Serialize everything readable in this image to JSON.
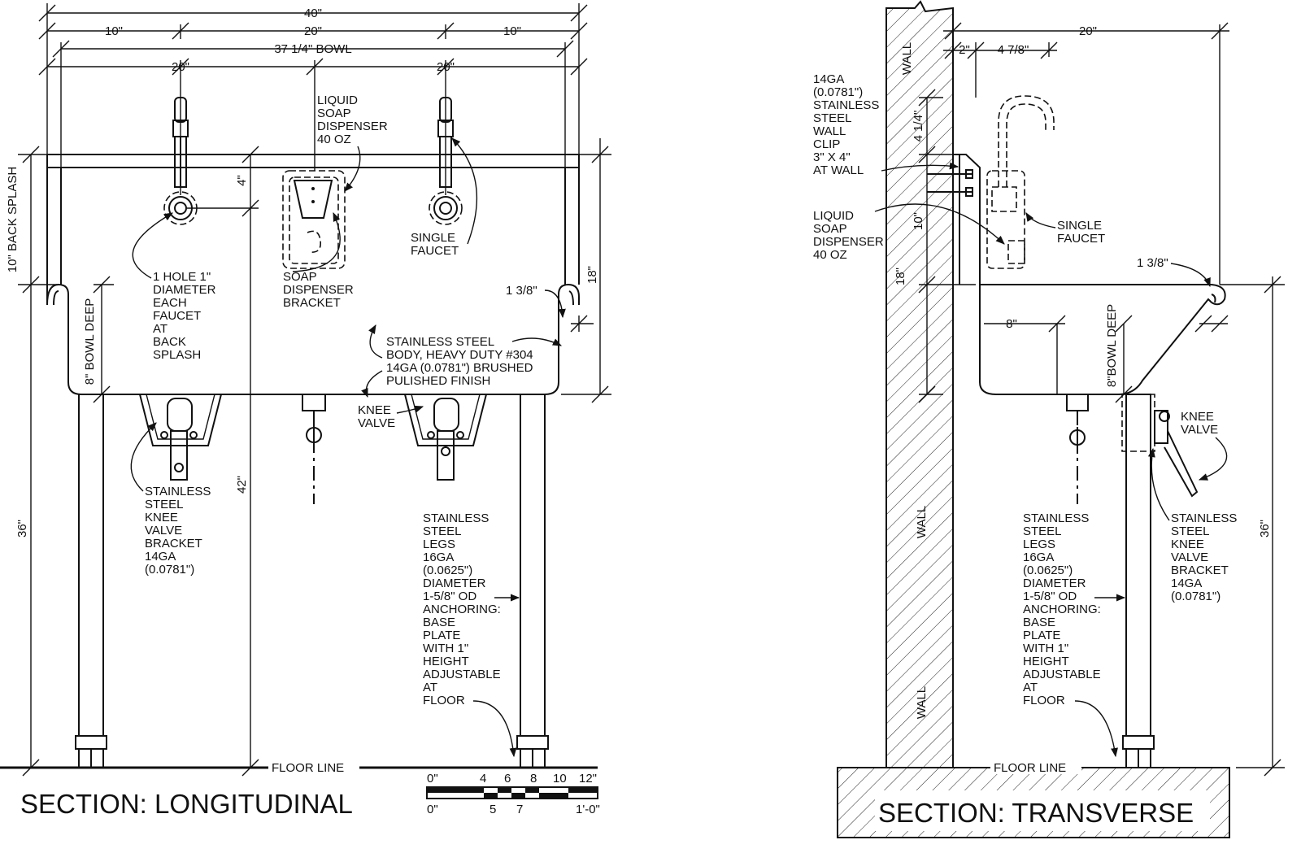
{
  "longitudinal": {
    "title": "SECTION: LONGITUDINAL",
    "dims": {
      "overall": "40\"",
      "middle": "20\"",
      "left_side": "10\"",
      "right_side": "10\"",
      "bowl": "37 1/4\" BOWL",
      "left_spacing": "20\"",
      "right_spacing": "20\"",
      "rim_to_hole": "4\"",
      "back_splash": "10\" BACK SPLASH",
      "bowl_deep": "8\" BOWL DEEP",
      "rim_radius": "1 3/8\"",
      "overall_height": "18\"",
      "floor_to_rim": "36\"",
      "floor_to_top": "42\""
    },
    "notes": {
      "soap": [
        "LIQUID",
        "SOAP",
        "DISPENSER",
        "40 OZ"
      ],
      "faucet": [
        "SINGLE",
        "FAUCET"
      ],
      "hole": [
        "1 HOLE 1\"",
        "DIAMETER",
        "EACH",
        "FAUCET",
        "AT",
        "BACK",
        "SPLASH"
      ],
      "bracket": [
        "SOAP",
        "DISPENSER",
        "BRACKET"
      ],
      "body": [
        "STAINLESS STEEL",
        "BODY, HEAVY DUTY #304",
        "14GA (0.0781\") BRUSHED",
        "PULISHED FINISH"
      ],
      "knee_valve": [
        "KNEE",
        "VALVE"
      ],
      "knee_bracket": [
        "STAINLESS",
        "STEEL",
        "KNEE",
        "VALVE",
        "BRACKET",
        "14GA",
        "(0.0781\")"
      ],
      "legs": [
        "STAINLESS",
        "STEEL",
        "LEGS",
        "16GA",
        "(0.0625\")",
        "DIAMETER",
        "1-5/8\" OD",
        "ANCHORING:",
        "BASE",
        "PLATE",
        "WITH 1\"",
        "HEIGHT",
        "ADJUSTABLE",
        "AT",
        "FLOOR"
      ],
      "floor_line": "FLOOR LINE"
    },
    "scale": {
      "top": [
        "0\"",
        "4",
        "6",
        "8",
        "10",
        "12\""
      ],
      "bottom": [
        "0\"",
        "5",
        "7",
        "1'-0\""
      ]
    }
  },
  "transverse": {
    "title": "SECTION: TRANSVERSE",
    "dims": {
      "depth": "20\"",
      "wall_gap": "2\"",
      "clip_offset": "4 7/8\"",
      "clip_height": "4 1/4\"",
      "splash": "10\"",
      "height": "18\"",
      "rim_radius": "1 3/8\"",
      "bowl_width": "8\"",
      "bowl_deep": "8\"BOWL DEEP",
      "floor_to_rim": "36\""
    },
    "notes": {
      "clip": [
        "14GA",
        "(0.0781\")",
        "STAINLESS",
        "STEEL",
        "WALL",
        "CLIP",
        "3\" X 4\"",
        "AT WALL"
      ],
      "soap": [
        "LIQUID",
        "SOAP",
        "DISPENSER",
        "40 OZ"
      ],
      "faucet": [
        "SINGLE",
        "FAUCET"
      ],
      "knee_valve": [
        "KNEE",
        "VALVE"
      ],
      "legs": [
        "STAINLESS",
        "STEEL",
        "LEGS",
        "16GA",
        "(0.0625\")",
        "DIAMETER",
        "1-5/8\" OD",
        "ANCHORING:",
        "BASE",
        "PLATE",
        "WITH 1\"",
        "HEIGHT",
        "ADJUSTABLE",
        "AT",
        "FLOOR"
      ],
      "knee_bracket": [
        "STAINLESS",
        "STEEL",
        "KNEE",
        "VALVE",
        "BRACKET",
        "14GA",
        "(0.0781\")"
      ],
      "wall": "WALL",
      "floor_line": "FLOOR LINE"
    }
  }
}
